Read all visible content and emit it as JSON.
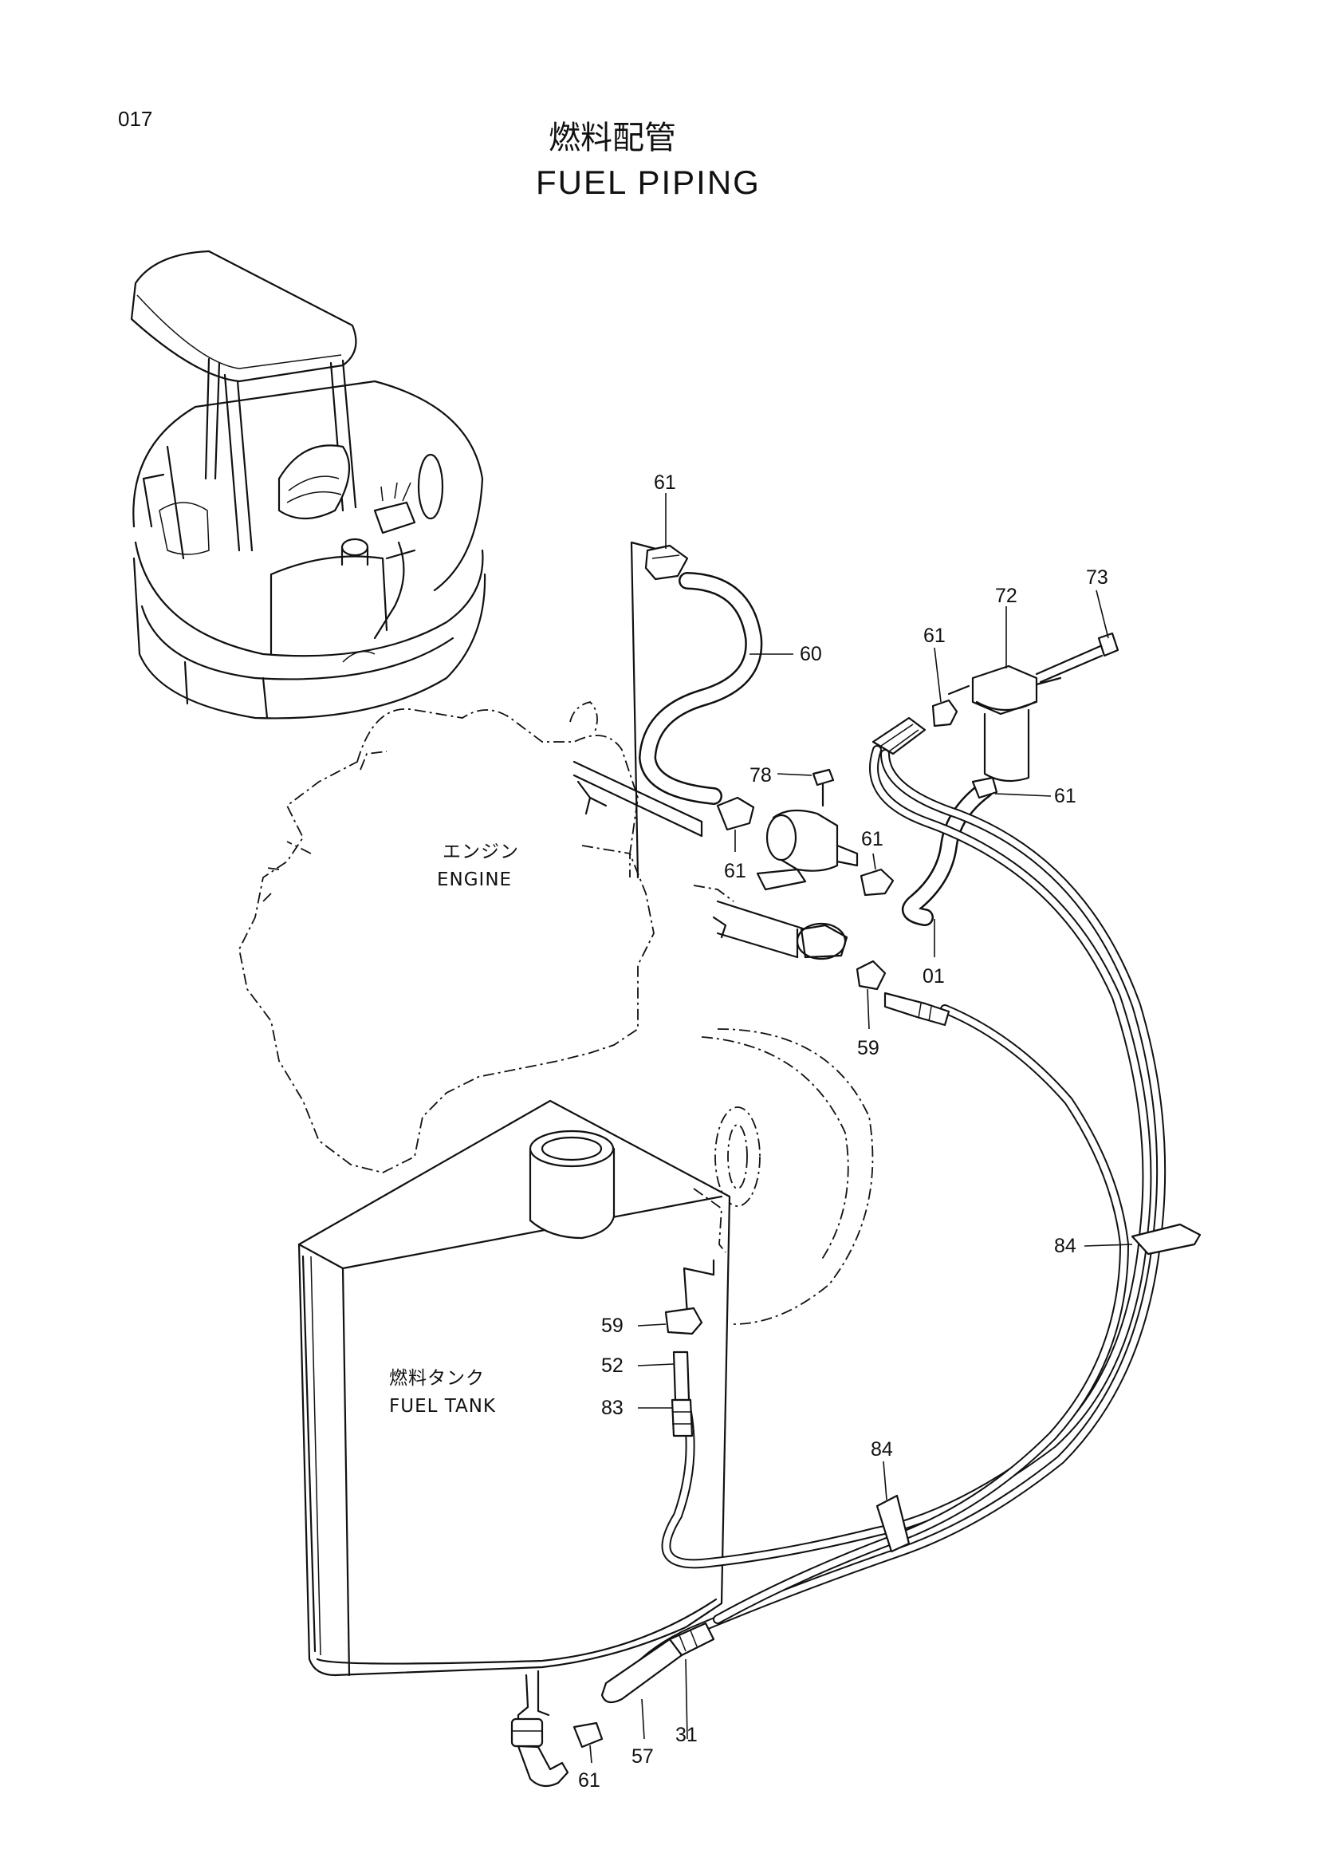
{
  "page": {
    "number": "017",
    "title_ja": "燃料配管",
    "title_en": "FUEL PIPING"
  },
  "components": {
    "engine_ja": "エンジン",
    "engine_en": "ENGINE",
    "tank_ja": "燃料タンク",
    "tank_en": "FUEL TANK"
  },
  "part_callouts": [
    {
      "id": "p61a",
      "number": "61"
    },
    {
      "id": "p60",
      "number": "60"
    },
    {
      "id": "p73",
      "number": "73"
    },
    {
      "id": "p72",
      "number": "72"
    },
    {
      "id": "p61b",
      "number": "61"
    },
    {
      "id": "p78",
      "number": "78"
    },
    {
      "id": "p61c",
      "number": "61"
    },
    {
      "id": "p61d",
      "number": "61"
    },
    {
      "id": "p61e",
      "number": "61"
    },
    {
      "id": "p01",
      "number": "01"
    },
    {
      "id": "p59a",
      "number": "59"
    },
    {
      "id": "p84a",
      "number": "84"
    },
    {
      "id": "p59b",
      "number": "59"
    },
    {
      "id": "p52",
      "number": "52"
    },
    {
      "id": "p83",
      "number": "83"
    },
    {
      "id": "p84b",
      "number": "84"
    },
    {
      "id": "p61f",
      "number": "61"
    },
    {
      "id": "p57",
      "number": "57"
    },
    {
      "id": "p31",
      "number": "31"
    }
  ]
}
